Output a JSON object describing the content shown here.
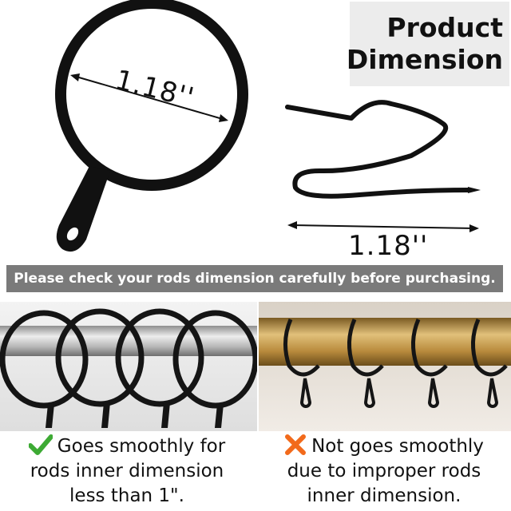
{
  "title": {
    "line1": "Product",
    "line2": "Dimension"
  },
  "ring": {
    "diameter_label": "1.18''"
  },
  "hook": {
    "length_label": "1.18''"
  },
  "banner": {
    "text": "Please check your rods dimension carefully before purchasing."
  },
  "good": {
    "icon": "check-icon",
    "line1": "Goes smoothly for",
    "line2": "rods inner dimension",
    "line3": "less than 1\"."
  },
  "bad": {
    "icon": "cross-icon",
    "line1": "Not goes smoothly",
    "line2": "due to improper rods",
    "line3": "inner dimension."
  },
  "colors": {
    "check": "#3daa34",
    "cross": "#f26a1b",
    "banner": "#7a7a7a",
    "brass_rod": "#b88a3c",
    "silver_rod": "#b8b8b8"
  }
}
